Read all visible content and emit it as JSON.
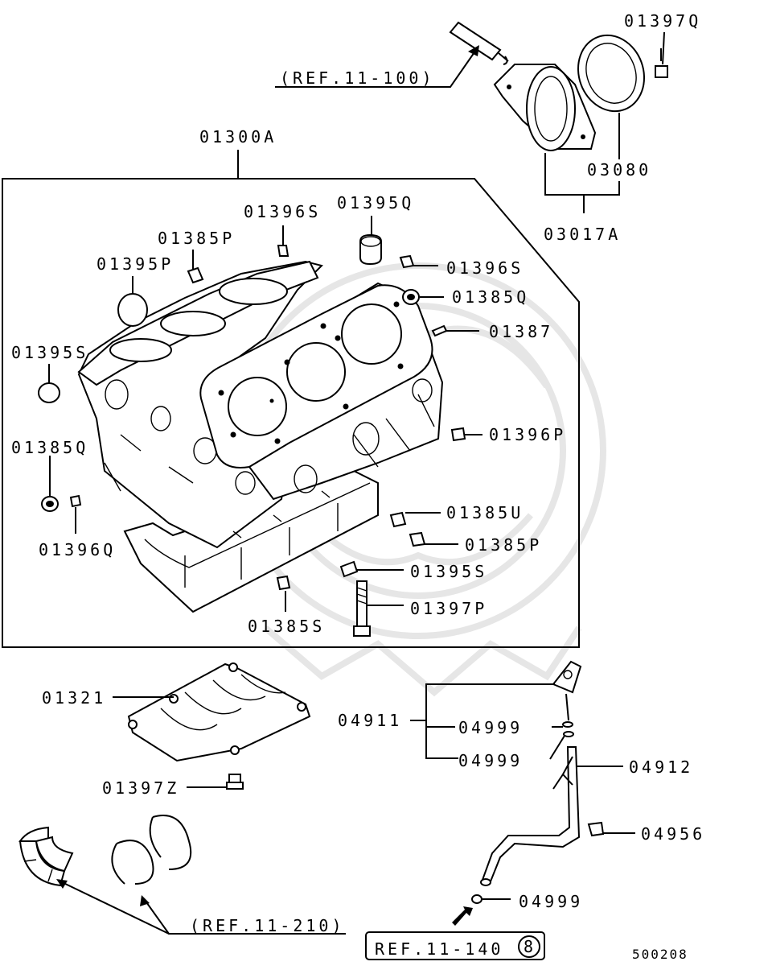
{
  "labels": {
    "ref_11_100": "(REF.11-100)",
    "p01397Q": "01397Q",
    "p01300A": "01300A",
    "p03080": "03080",
    "p03017A": "03017A",
    "p01396S_a": "01396S",
    "p01395Q": "01395Q",
    "p01385P_a": "01385P",
    "p01395P": "01395P",
    "p01396S_b": "01396S",
    "p01385Q_a": "01385Q",
    "p01387": "01387",
    "p01395S_a": "01395S",
    "p01396P": "01396P",
    "p01385Q_b": "01385Q",
    "p01385U": "01385U",
    "p01396Q": "01396Q",
    "p01385P_b": "01385P",
    "p01395S_b": "01395S",
    "p01397P": "01397P",
    "p01385S": "01385S",
    "p01321": "01321",
    "p04911": "04911",
    "p04999_a": "04999",
    "p04999_b": "04999",
    "p04912": "04912",
    "p01397Z": "01397Z",
    "p04956": "04956",
    "ref_11_210": "(REF.11-210)",
    "p04999_c": "04999",
    "ref_11_140": "REF.11-140",
    "ref_11_140_badge": "8",
    "diagram_code": "500208"
  }
}
